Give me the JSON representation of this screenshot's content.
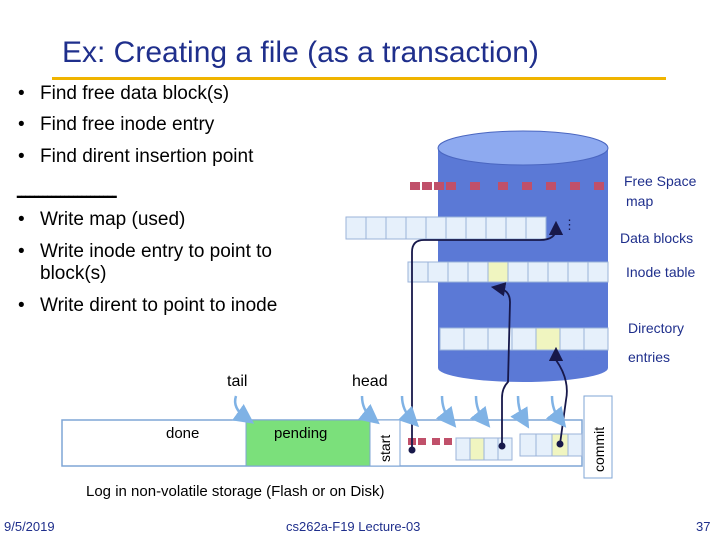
{
  "title": "Ex: Creating a file (as a transaction)",
  "bullets_before": [
    "Find free data block(s)",
    "Find free inode entry",
    "Find dirent insertion point"
  ],
  "separator": "-----------------------",
  "bullets_after": [
    "Write map (used)",
    "Write inode entry to point to",
    "block(s)",
    "Write dirent to point to inode"
  ],
  "bullet_char": "•",
  "disk_labels": {
    "free_space_1": "Free Space",
    "free_space_2": "map",
    "data_blocks": "Data blocks",
    "inode_table": "Inode table",
    "directory_1": "Directory",
    "directory_2": "entries"
  },
  "ellipsis": "⋮",
  "log": {
    "tail": "tail",
    "head": "head",
    "done": "done",
    "pending": "pending",
    "start": "start",
    "commit": "commit",
    "caption": "Log in non-volatile storage (Flash or on Disk)"
  },
  "footer": {
    "date": "9/5/2019",
    "course": "cs262a-F19 Lecture-03",
    "page": "37"
  },
  "colors": {
    "title": "#1f2f8c",
    "title_rule": "#f0b400",
    "disk_body": "#5b79d6",
    "disk_top": "#8eaaf0",
    "free_map_cell": "#c0506a",
    "block_fill": "#e6f0fb",
    "highlight_cell": "#f0f5c0",
    "pending_fill": "#7be07b",
    "arrow": "#7fb2e5",
    "link_line": "#17184a"
  }
}
